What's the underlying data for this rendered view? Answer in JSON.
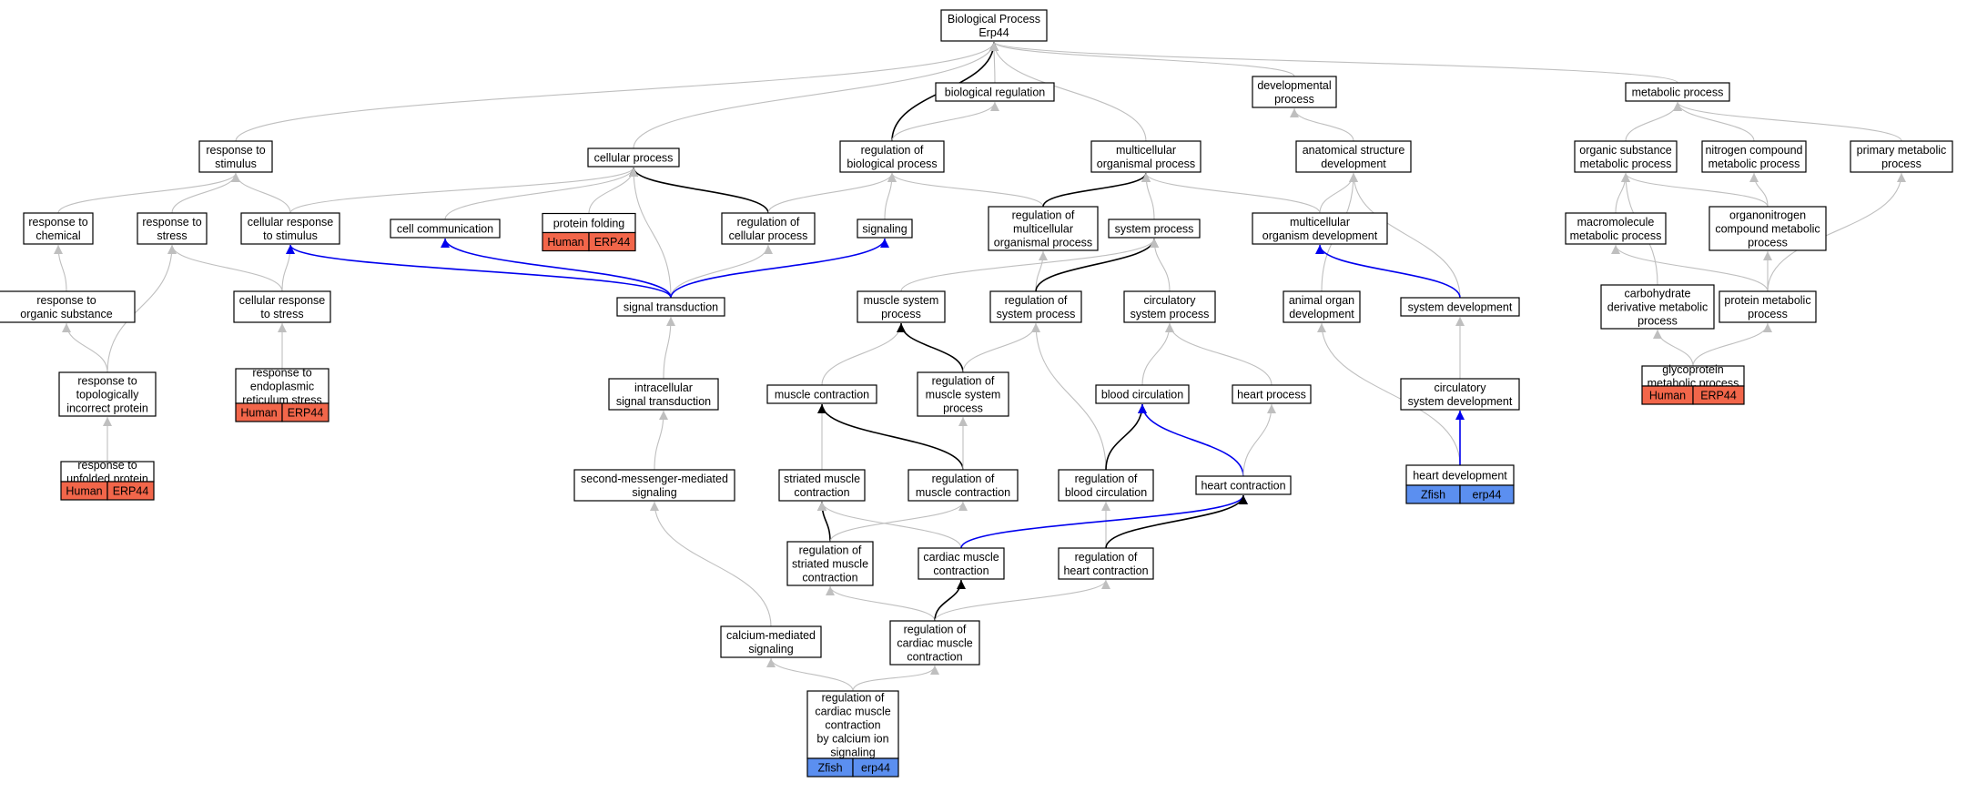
{
  "graph": {
    "colors": {
      "gray": "#bfbfbf",
      "black": "#000000",
      "blue": "#0000ee",
      "human": "#f2664a",
      "zfish": "#5b8ff0"
    },
    "nodes": [
      {
        "id": "bp",
        "lines": [
          "Biological Process",
          "Erp44"
        ]
      },
      {
        "id": "bioreg",
        "lines": [
          "biological regulation"
        ]
      },
      {
        "id": "devproc",
        "lines": [
          "developmental",
          "process"
        ]
      },
      {
        "id": "metab",
        "lines": [
          "metabolic process"
        ]
      },
      {
        "id": "respstim",
        "lines": [
          "response to",
          "stimulus"
        ]
      },
      {
        "id": "cellproc",
        "lines": [
          "cellular process"
        ]
      },
      {
        "id": "regbio",
        "lines": [
          "regulation of",
          "biological process"
        ]
      },
      {
        "id": "multorg",
        "lines": [
          "multicellular",
          "organismal process"
        ]
      },
      {
        "id": "anatdev",
        "lines": [
          "anatomical structure",
          "development"
        ]
      },
      {
        "id": "orgsub",
        "lines": [
          "organic substance",
          "metabolic process"
        ]
      },
      {
        "id": "nitro",
        "lines": [
          "nitrogen compound",
          "metabolic process"
        ]
      },
      {
        "id": "primmet",
        "lines": [
          "primary metabolic",
          "process"
        ]
      },
      {
        "id": "respchem",
        "lines": [
          "response to",
          "chemical"
        ]
      },
      {
        "id": "respstress",
        "lines": [
          "response to",
          "stress"
        ]
      },
      {
        "id": "cellrespstim",
        "lines": [
          "cellular response",
          "to stimulus"
        ]
      },
      {
        "id": "cellcomm",
        "lines": [
          "cell communication"
        ]
      },
      {
        "id": "protfold",
        "lines": [
          "protein folding"
        ],
        "tag": [
          "Human",
          "ERP44"
        ]
      },
      {
        "id": "regcell",
        "lines": [
          "regulation of",
          "cellular process"
        ]
      },
      {
        "id": "signaling",
        "lines": [
          "signaling"
        ]
      },
      {
        "id": "regmult",
        "lines": [
          "regulation of",
          "multicellular",
          "organismal process"
        ]
      },
      {
        "id": "sysproc",
        "lines": [
          "system process"
        ]
      },
      {
        "id": "multdev",
        "lines": [
          "multicellular",
          "organism development"
        ]
      },
      {
        "id": "macro",
        "lines": [
          "macromolecule",
          "metabolic process"
        ]
      },
      {
        "id": "organonit",
        "lines": [
          "organonitrogen",
          "compound metabolic",
          "process"
        ]
      },
      {
        "id": "resporg",
        "lines": [
          "response to",
          "organic substance"
        ]
      },
      {
        "id": "cellrespstress",
        "lines": [
          "cellular response",
          "to stress"
        ]
      },
      {
        "id": "sigtrans",
        "lines": [
          "signal transduction"
        ]
      },
      {
        "id": "muscsys",
        "lines": [
          "muscle system",
          "process"
        ]
      },
      {
        "id": "regsys",
        "lines": [
          "regulation of",
          "system process"
        ]
      },
      {
        "id": "circsys",
        "lines": [
          "circulatory",
          "system process"
        ]
      },
      {
        "id": "animorg",
        "lines": [
          "animal organ",
          "development"
        ]
      },
      {
        "id": "sysdev",
        "lines": [
          "system development"
        ]
      },
      {
        "id": "carbo",
        "lines": [
          "carbohydrate",
          "derivative metabolic",
          "process"
        ]
      },
      {
        "id": "protmet",
        "lines": [
          "protein metabolic",
          "process"
        ]
      },
      {
        "id": "resptopo",
        "lines": [
          "response to",
          "topologically",
          "incorrect protein"
        ]
      },
      {
        "id": "respER",
        "lines": [
          "response to",
          "endoplasmic",
          "reticulum stress"
        ],
        "tag": [
          "Human",
          "ERP44"
        ]
      },
      {
        "id": "intrasig",
        "lines": [
          "intracellular",
          "signal transduction"
        ]
      },
      {
        "id": "musccont",
        "lines": [
          "muscle contraction"
        ]
      },
      {
        "id": "regmuscsys",
        "lines": [
          "regulation of",
          "muscle system",
          "process"
        ]
      },
      {
        "id": "bloodcirc",
        "lines": [
          "blood circulation"
        ]
      },
      {
        "id": "heartproc",
        "lines": [
          "heart process"
        ]
      },
      {
        "id": "circsysdev",
        "lines": [
          "circulatory",
          "system development"
        ]
      },
      {
        "id": "glyco",
        "lines": [
          "glycoprotein",
          "metabolic process"
        ],
        "tag": [
          "Human",
          "ERP44"
        ]
      },
      {
        "id": "respunf",
        "lines": [
          "response to",
          "unfolded protein"
        ],
        "tag": [
          "Human",
          "ERP44"
        ]
      },
      {
        "id": "secmsg",
        "lines": [
          "second-messenger-mediated",
          "signaling"
        ]
      },
      {
        "id": "striated",
        "lines": [
          "striated muscle",
          "contraction"
        ]
      },
      {
        "id": "regmusccont",
        "lines": [
          "regulation of",
          "muscle contraction"
        ]
      },
      {
        "id": "regblood",
        "lines": [
          "regulation of",
          "blood circulation"
        ]
      },
      {
        "id": "heartcont",
        "lines": [
          "heart contraction"
        ]
      },
      {
        "id": "heartdev",
        "lines": [
          "heart development"
        ],
        "tag": [
          "Zfish",
          "erp44"
        ]
      },
      {
        "id": "regstri",
        "lines": [
          "regulation of",
          "striated muscle",
          "contraction"
        ]
      },
      {
        "id": "cardiac",
        "lines": [
          "cardiac muscle",
          "contraction"
        ]
      },
      {
        "id": "regheart",
        "lines": [
          "regulation of",
          "heart contraction"
        ]
      },
      {
        "id": "calcium",
        "lines": [
          "calcium-mediated",
          "signaling"
        ]
      },
      {
        "id": "regcardiac",
        "lines": [
          "regulation of",
          "cardiac muscle",
          "contraction"
        ]
      },
      {
        "id": "regcardcal",
        "lines": [
          "regulation of",
          "cardiac muscle",
          "contraction",
          "by calcium ion",
          "signaling"
        ],
        "tag": [
          "Zfish",
          "erp44"
        ]
      }
    ],
    "edges": [
      {
        "from": "bioreg",
        "to": "bp",
        "color": "gray"
      },
      {
        "from": "devproc",
        "to": "bp",
        "color": "gray"
      },
      {
        "from": "metab",
        "to": "bp",
        "color": "gray"
      },
      {
        "from": "respstim",
        "to": "bp",
        "color": "gray"
      },
      {
        "from": "cellproc",
        "to": "bp",
        "color": "gray"
      },
      {
        "from": "regbio",
        "to": "bp",
        "color": "black"
      },
      {
        "from": "multorg",
        "to": "bp",
        "color": "gray"
      },
      {
        "from": "regbio",
        "to": "bioreg",
        "color": "gray"
      },
      {
        "from": "anatdev",
        "to": "devproc",
        "color": "gray"
      },
      {
        "from": "orgsub",
        "to": "metab",
        "color": "gray"
      },
      {
        "from": "nitro",
        "to": "metab",
        "color": "gray"
      },
      {
        "from": "primmet",
        "to": "metab",
        "color": "gray"
      },
      {
        "from": "respchem",
        "to": "respstim",
        "color": "gray"
      },
      {
        "from": "respstress",
        "to": "respstim",
        "color": "gray"
      },
      {
        "from": "cellrespstim",
        "to": "respstim",
        "color": "gray"
      },
      {
        "from": "cellrespstim",
        "to": "cellproc",
        "color": "gray"
      },
      {
        "from": "cellcomm",
        "to": "cellproc",
        "color": "gray"
      },
      {
        "from": "protfold",
        "to": "cellproc",
        "color": "gray"
      },
      {
        "from": "regcell",
        "to": "cellproc",
        "color": "black"
      },
      {
        "from": "sigtrans",
        "to": "cellproc",
        "color": "gray"
      },
      {
        "from": "regcell",
        "to": "regbio",
        "color": "gray"
      },
      {
        "from": "signaling",
        "to": "regbio",
        "color": "gray"
      },
      {
        "from": "regmult",
        "to": "regbio",
        "color": "gray"
      },
      {
        "from": "regmult",
        "to": "multorg",
        "color": "black"
      },
      {
        "from": "sysproc",
        "to": "multorg",
        "color": "gray"
      },
      {
        "from": "multdev",
        "to": "multorg",
        "color": "gray"
      },
      {
        "from": "multdev",
        "to": "anatdev",
        "color": "gray"
      },
      {
        "from": "animorg",
        "to": "anatdev",
        "color": "gray"
      },
      {
        "from": "sysdev",
        "to": "anatdev",
        "color": "gray"
      },
      {
        "from": "macro",
        "to": "orgsub",
        "color": "gray"
      },
      {
        "from": "organonit",
        "to": "orgsub",
        "color": "gray"
      },
      {
        "from": "carbo",
        "to": "orgsub",
        "color": "gray"
      },
      {
        "from": "organonit",
        "to": "nitro",
        "color": "gray"
      },
      {
        "from": "protmet",
        "to": "primmet",
        "color": "gray"
      },
      {
        "from": "protmet",
        "to": "macro",
        "color": "gray"
      },
      {
        "from": "protmet",
        "to": "organonit",
        "color": "gray"
      },
      {
        "from": "resporg",
        "to": "respchem",
        "color": "gray"
      },
      {
        "from": "resptopo",
        "to": "respstress",
        "color": "gray"
      },
      {
        "from": "cellrespstress",
        "to": "respstress",
        "color": "gray"
      },
      {
        "from": "cellrespstress",
        "to": "cellrespstim",
        "color": "gray"
      },
      {
        "from": "sigtrans",
        "to": "cellrespstim",
        "color": "blue"
      },
      {
        "from": "sigtrans",
        "to": "cellcomm",
        "color": "blue"
      },
      {
        "from": "sigtrans",
        "to": "regcell",
        "color": "gray"
      },
      {
        "from": "sigtrans",
        "to": "signaling",
        "color": "blue"
      },
      {
        "from": "regsys",
        "to": "regmult",
        "color": "gray"
      },
      {
        "from": "regsys",
        "to": "sysproc",
        "color": "black"
      },
      {
        "from": "muscsys",
        "to": "sysproc",
        "color": "gray"
      },
      {
        "from": "circsys",
        "to": "sysproc",
        "color": "gray"
      },
      {
        "from": "sysdev",
        "to": "multdev",
        "color": "blue"
      },
      {
        "from": "resptopo",
        "to": "resporg",
        "color": "gray"
      },
      {
        "from": "respER",
        "to": "cellrespstress",
        "color": "gray"
      },
      {
        "from": "intrasig",
        "to": "sigtrans",
        "color": "gray"
      },
      {
        "from": "musccont",
        "to": "muscsys",
        "color": "gray"
      },
      {
        "from": "regmuscsys",
        "to": "muscsys",
        "color": "black"
      },
      {
        "from": "regmuscsys",
        "to": "regsys",
        "color": "gray"
      },
      {
        "from": "regblood",
        "to": "regsys",
        "color": "gray"
      },
      {
        "from": "bloodcirc",
        "to": "circsys",
        "color": "gray"
      },
      {
        "from": "heartproc",
        "to": "circsys",
        "color": "gray"
      },
      {
        "from": "heartdev",
        "to": "animorg",
        "color": "gray"
      },
      {
        "from": "circsysdev",
        "to": "sysdev",
        "color": "gray"
      },
      {
        "from": "glyco",
        "to": "carbo",
        "color": "gray"
      },
      {
        "from": "glyco",
        "to": "protmet",
        "color": "gray"
      },
      {
        "from": "respunf",
        "to": "resptopo",
        "color": "gray"
      },
      {
        "from": "secmsg",
        "to": "intrasig",
        "color": "gray"
      },
      {
        "from": "striated",
        "to": "musccont",
        "color": "gray"
      },
      {
        "from": "regmusccont",
        "to": "musccont",
        "color": "black"
      },
      {
        "from": "regmusccont",
        "to": "regmuscsys",
        "color": "gray"
      },
      {
        "from": "regblood",
        "to": "bloodcirc",
        "color": "black"
      },
      {
        "from": "heartcont",
        "to": "bloodcirc",
        "color": "blue"
      },
      {
        "from": "heartcont",
        "to": "heartproc",
        "color": "gray"
      },
      {
        "from": "heartdev",
        "to": "circsysdev",
        "color": "blue"
      },
      {
        "from": "calcium",
        "to": "secmsg",
        "color": "gray"
      },
      {
        "from": "regstri",
        "to": "striated",
        "color": "black"
      },
      {
        "from": "cardiac",
        "to": "striated",
        "color": "gray"
      },
      {
        "from": "regstri",
        "to": "regmusccont",
        "color": "gray"
      },
      {
        "from": "regheart",
        "to": "regblood",
        "color": "gray"
      },
      {
        "from": "cardiac",
        "to": "heartcont",
        "color": "blue"
      },
      {
        "from": "regheart",
        "to": "heartcont",
        "color": "black"
      },
      {
        "from": "regcardiac",
        "to": "regstri",
        "color": "gray"
      },
      {
        "from": "regcardiac",
        "to": "cardiac",
        "color": "black"
      },
      {
        "from": "regcardiac",
        "to": "regheart",
        "color": "gray"
      },
      {
        "from": "regcardcal",
        "to": "calcium",
        "color": "gray"
      },
      {
        "from": "regcardcal",
        "to": "regcardiac",
        "color": "gray"
      }
    ]
  }
}
